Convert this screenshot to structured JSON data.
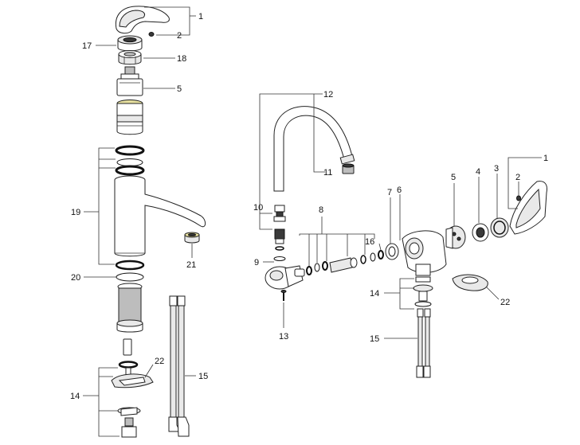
{
  "colors": {
    "line": "#333333",
    "part_fill": "#ffffff",
    "shade_light": "#e9e9e9",
    "shade_mid": "#bdbdbd",
    "shade_dark": "#3a3a3a",
    "highlight": "#e7e0a0"
  },
  "left_assembly": {
    "callouts": {
      "c1": "1",
      "c2": "2",
      "c17": "17",
      "c18": "18",
      "c5": "5",
      "c19": "19",
      "c21": "21",
      "c20": "20",
      "c22": "22",
      "c14": "14",
      "c15": "15"
    }
  },
  "right_assembly": {
    "callouts": {
      "c12": "12",
      "c11": "11",
      "c10": "10",
      "c9": "9",
      "c13": "13",
      "c8": "8",
      "c16": "16",
      "c7": "7",
      "c6": "6",
      "c5": "5",
      "c4": "4",
      "c3": "3",
      "c2": "2",
      "c1": "1",
      "c14": "14",
      "c15": "15",
      "c22": "22"
    }
  }
}
